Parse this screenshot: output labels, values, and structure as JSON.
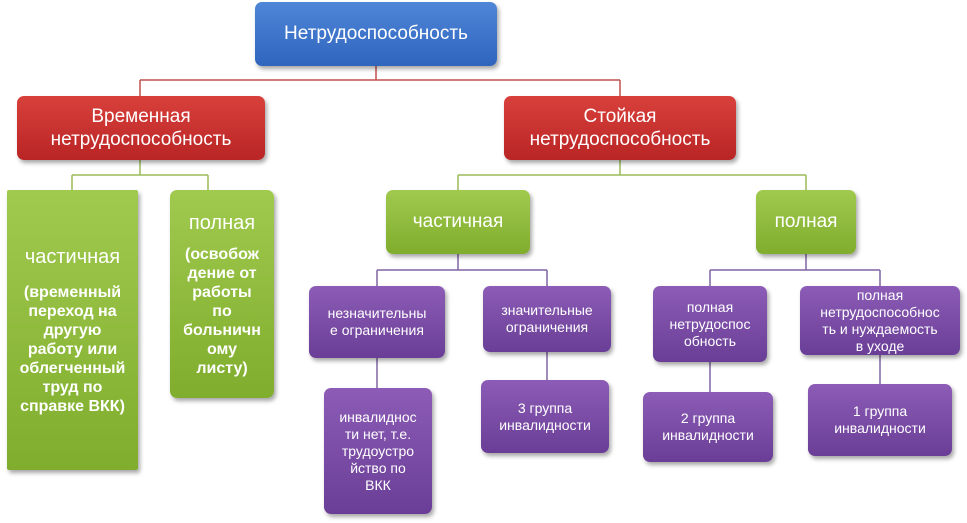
{
  "root": {
    "label": "Нетрудоспособность"
  },
  "temporary": {
    "label": "Временная\nнетрудоспособность"
  },
  "persistent": {
    "label": "Стойкая\nнетрудоспособность"
  },
  "temp_partial": {
    "title": "частичная",
    "detail": "(временный\nпереход на\nдругую\nработу или\nоблегченный\nтруд по\nсправке ВКК)"
  },
  "temp_full": {
    "title": "полная",
    "detail": "(освобож\nдение от\nработы\nпо\nбольничн\nому\nлисту)"
  },
  "pers_partial": {
    "label": "частичная"
  },
  "pers_full": {
    "label": "полная"
  },
  "minor": {
    "label": "незначительны\nе ограничения"
  },
  "significant": {
    "label": "значительные\nограничения"
  },
  "full_inability": {
    "label": "полная\nнетрудоспос\nобность"
  },
  "full_care": {
    "label": "полная\nнетрудоспособнос\nть и нуждаемость\nв уходе"
  },
  "no_disability": {
    "label": "инвалиднос\nти нет, т.е.\nтрудоустро\nйство по\nВКК"
  },
  "group3": {
    "label": "3 группа\nинвалидности"
  },
  "group2": {
    "label": "2 группа\nинвалидности"
  },
  "group1": {
    "label": "1 группа\nинвалидности"
  }
}
